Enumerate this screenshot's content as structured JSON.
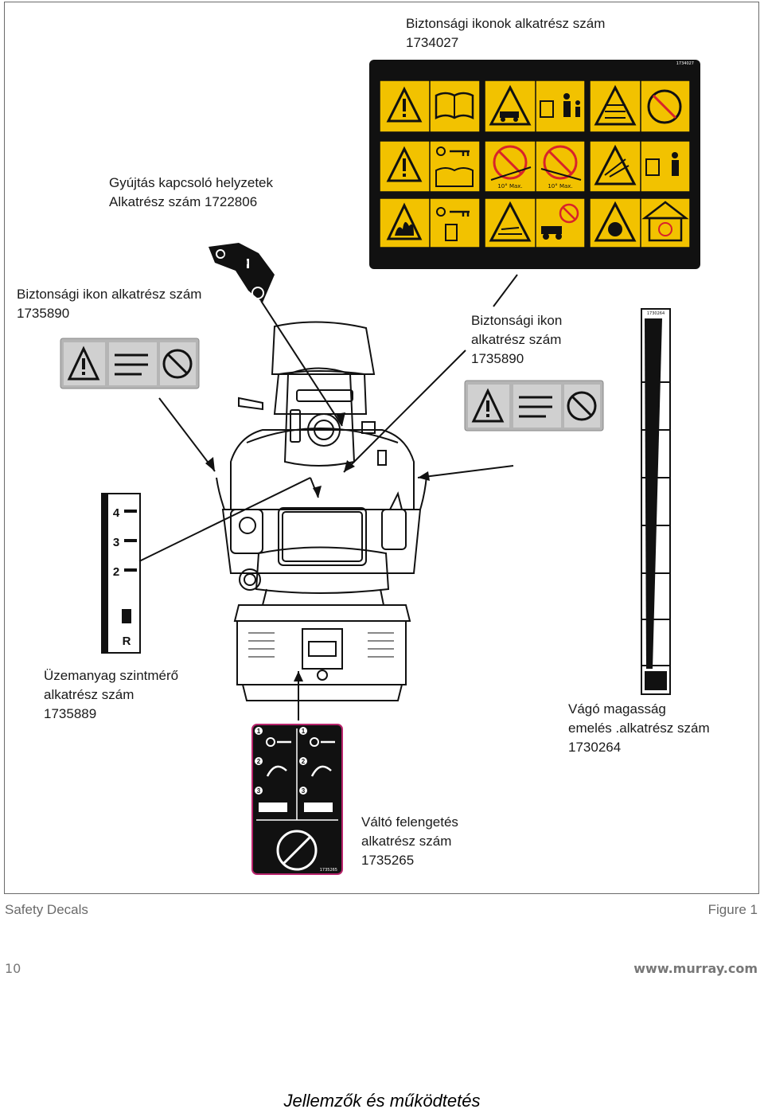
{
  "labels": {
    "icons_1734027": [
      "Biztonsági ikonok alkatrész szám",
      "1734027"
    ],
    "ignition_1722806": [
      "Gyújtás kapcsoló helyzetek",
      "Alkatrész  szám 1722806"
    ],
    "safety_left_1735890": [
      "Biztonsági ikon  alkatrész szám",
      "1735890"
    ],
    "safety_right_1735890": [
      "Biztonsági ikon",
      "alkatrész szám",
      "1735890"
    ],
    "fuel_1735889": [
      "Üzemanyag  szintmérő",
      "alkatrész szám",
      "1735889"
    ],
    "height_1730264": [
      "Vágó magasság",
      "emelés .alkatrész szám",
      "1730264"
    ],
    "shift_1735265": [
      "Váltó felengetés",
      "alkatrész szám",
      "1735265"
    ]
  },
  "decal_codes": {
    "icons_sheet": "1734027",
    "height_strip": "1730264",
    "shift_decal": "1735265"
  },
  "fuel_gauge_marks": [
    "4",
    "3",
    "2",
    "R"
  ],
  "ignition_marks": [
    "O",
    "I"
  ],
  "shift_steps": [
    "1",
    "1",
    "2",
    "2",
    "3",
    "3"
  ],
  "grid_warnings": [
    "10° Max.",
    "10° Max."
  ],
  "caption_left": "Safety Decals",
  "caption_right": "Figure 1",
  "page_number": "10",
  "website": "www.murray.com",
  "bottom_title": "Jellemzők és működtetés",
  "colors": {
    "decal_yellow": "#f2c200",
    "decal_black": "#111111",
    "panel_grey": "#c8c8c8",
    "warn_red": "#d8232a"
  }
}
